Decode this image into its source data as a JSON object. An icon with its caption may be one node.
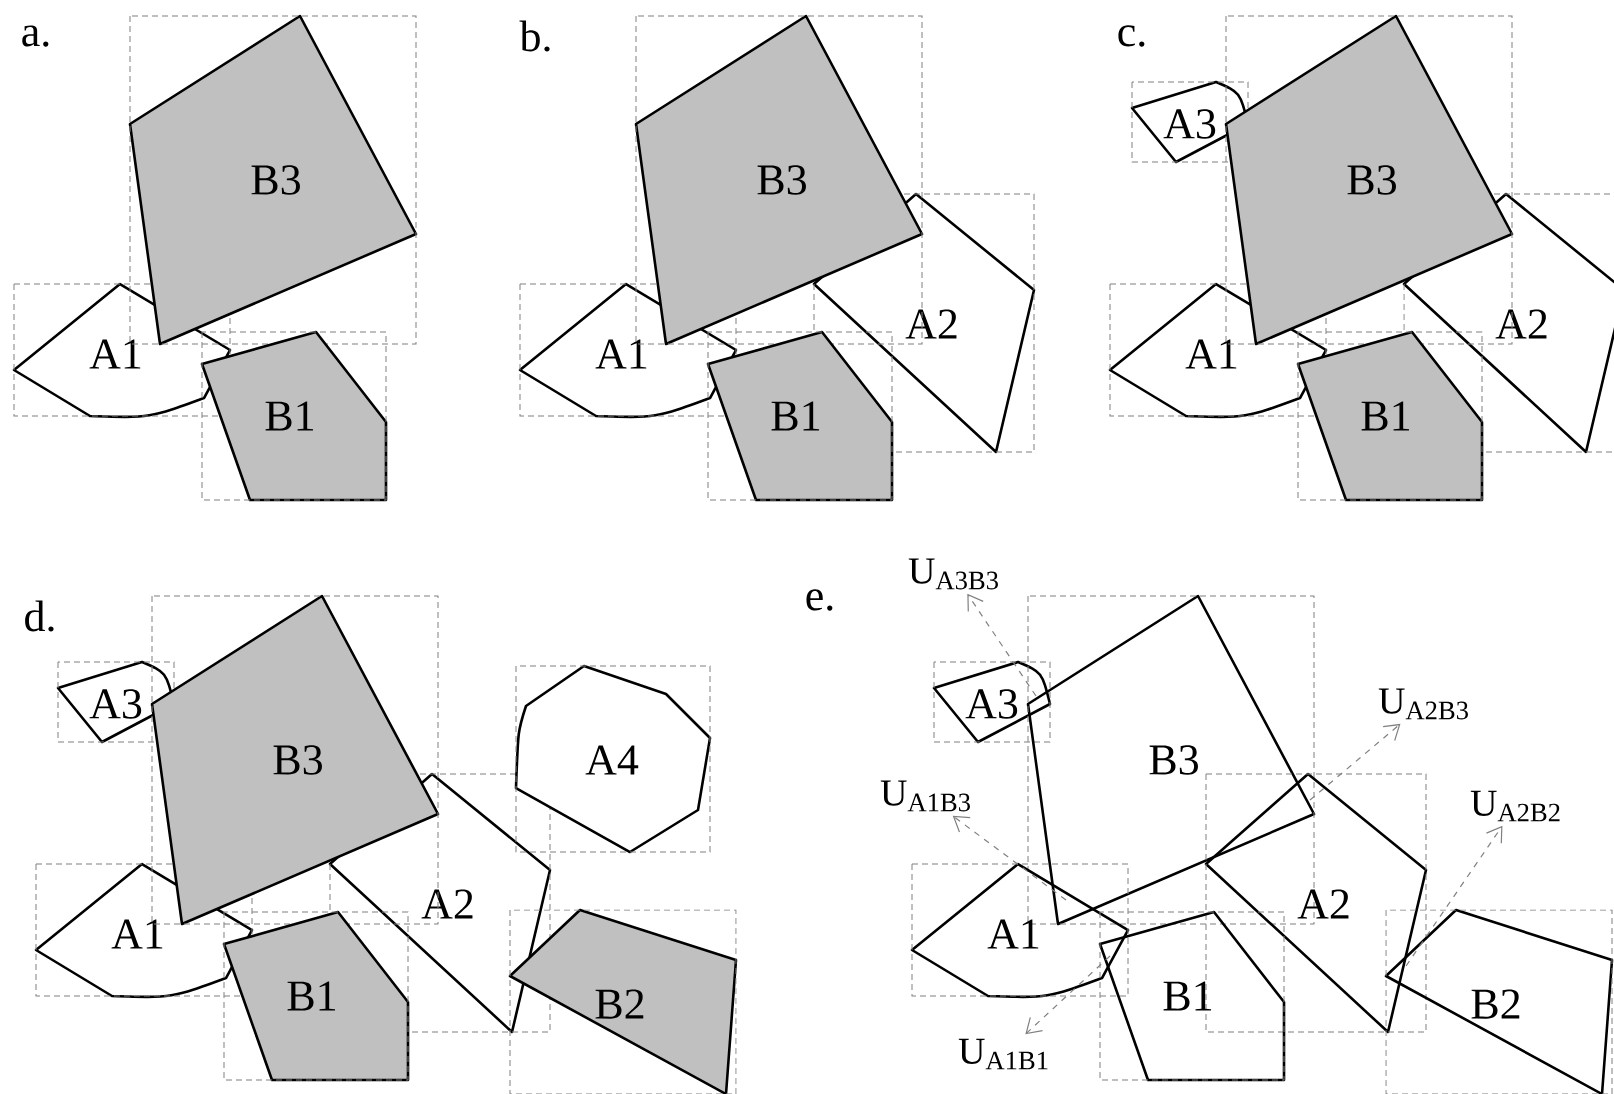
{
  "diagram": {
    "nodes": [
      {
        "text": [
          "B3"
        ]
      },
      {
        "text": [
          "A1"
        ]
      },
      {
        "text": [
          "B1"
        ]
      },
      {
        "text": [
          "B3"
        ]
      },
      {
        "text": [
          "A1"
        ]
      },
      {
        "text": [
          "A2"
        ]
      },
      {
        "text": [
          "B1"
        ]
      },
      {
        "text": [
          "A3"
        ]
      },
      {
        "text": [
          "B3"
        ]
      },
      {
        "text": [
          "A1"
        ]
      },
      {
        "text": [
          "A2"
        ]
      },
      {
        "text": [
          "B1"
        ]
      },
      {
        "text": [
          "A3"
        ]
      },
      {
        "text": [
          "B3"
        ]
      },
      {
        "text": [
          "A4"
        ]
      },
      {
        "text": [
          "A1"
        ]
      },
      {
        "text": [
          "A2"
        ]
      },
      {
        "text": [
          "B1"
        ]
      },
      {
        "text": [
          "B2"
        ]
      },
      {
        "text": [
          "U$_{A3B3}$"
        ]
      },
      {
        "text": [
          "A3"
        ]
      },
      {
        "text": [
          "B3"
        ]
      },
      {
        "text": [
          "U$_{A2B3}$"
        ]
      },
      {
        "text": [
          "U$_{A1B3}$"
        ]
      },
      {
        "text": [
          "U$_{A2B2}$"
        ]
      },
      {
        "text": [
          "A1"
        ]
      },
      {
        "text": [
          "A2"
        ]
      },
      {
        "text": [
          "B1"
        ]
      },
      {
        "text": [
          "B2"
        ]
      },
      {
        "text": [
          "U$_{A1B1}$"
        ]
      }
    ],
    "edges": [
      {
        "from": 20,
        "to": 19,
        "arrow": "to",
        "style": "dashed"
      },
      {
        "from": 26,
        "to": 22,
        "arrow": "to",
        "style": "dashed"
      },
      {
        "from": 25,
        "to": 23,
        "arrow": "to",
        "style": "dashed"
      },
      {
        "from": 28,
        "to": 24,
        "arrow": "to",
        "style": "dashed"
      },
      {
        "from": 25,
        "to": 29,
        "arrow": "to",
        "style": "dashed"
      }
    ],
    "labels": [
      "a.",
      "b.",
      "c.",
      "d.",
      "e."
    ]
  }
}
